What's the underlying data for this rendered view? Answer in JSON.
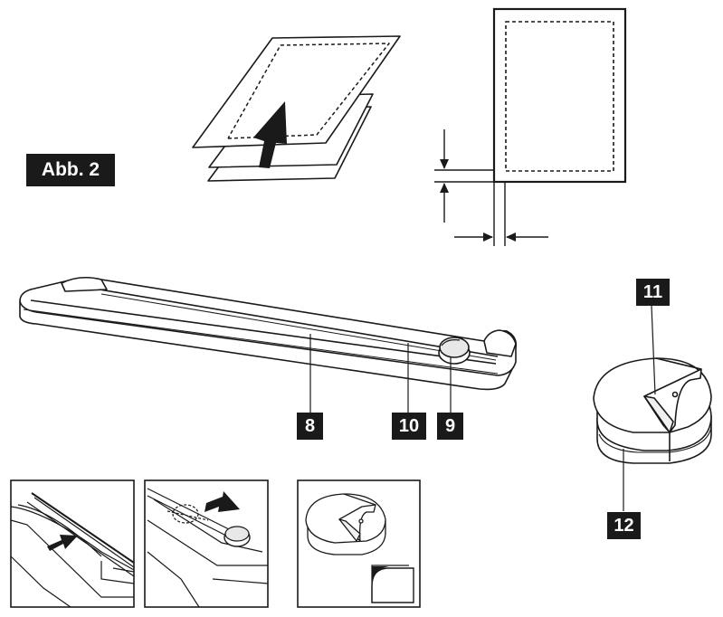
{
  "figure": {
    "title": "Abb. 2",
    "callouts": {
      "eight": "8",
      "ten": "10",
      "nine": "9",
      "eleven": "11",
      "twelve": "12"
    }
  },
  "icons": [
    "stacked-paper-sheets-icon",
    "up-arrow-icon",
    "paper-sheet-with-margin-icon",
    "margin-dimension-arrows-icon",
    "paper-trimmer-icon",
    "corner-rounder-punch-icon",
    "trimmer-insert-paper-step-icon",
    "trimmer-slide-cutter-step-icon",
    "corner-punch-step-icon",
    "rounded-corner-icon",
    "left-arrow-icon",
    "right-arrow-icon"
  ],
  "colors": {
    "ink": "#1a1a1a",
    "badge_bg": "#1a1a1a",
    "badge_text": "#ffffff",
    "paper": "#ffffff"
  }
}
